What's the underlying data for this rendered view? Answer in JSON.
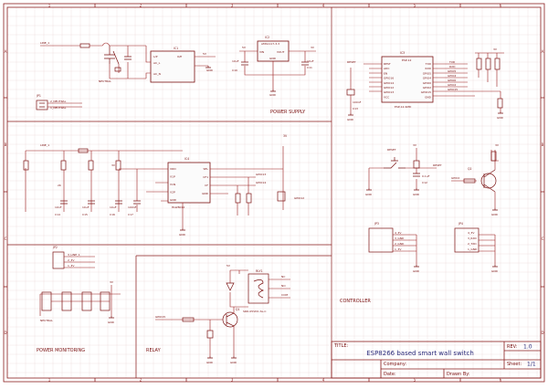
{
  "coords": {
    "columns": [
      "1",
      "2",
      "3",
      "4",
      "5",
      "6"
    ],
    "rows": [
      "A",
      "B",
      "C",
      "D"
    ]
  },
  "sections": {
    "power_supply": "POWER SUPPLY",
    "controller": "CONTROLLER",
    "power_monitoring": "POWER MONITORING",
    "relay": "RELAY"
  },
  "title_block": {
    "title_label": "TITLE:",
    "title": "ESP8266 based smart wall switch",
    "rev_label": "REV:",
    "rev": "1.0",
    "company_label": "Company:",
    "sheet_label": "Sheet:",
    "sheet": "1/1",
    "date_label": "Date:",
    "drawn_label": "Drawn By:"
  },
  "components": {
    "ic1": {
      "ref": "IC1",
      "pin_top_left": "L/P",
      "pin_top_right": "O/P",
      "pin_a": "AC_L",
      "pin_b": "AC_N"
    },
    "ic2": {
      "ref": "IC2",
      "value": "AMS1117-3.3",
      "pin_a": "VIN",
      "pin_b": "VOUT",
      "pin_c": "GND"
    },
    "ic3": {
      "ref": "IC3",
      "value": "ESP-12-SMD",
      "top": "ESP-12",
      "pins_left": [
        "REST",
        "ADC",
        "EN",
        "GPIO16",
        "GPIO14",
        "GPIO12",
        "GPIO13",
        "VCC"
      ],
      "pins_right": [
        "TXD",
        "RXD",
        "GPIO5",
        "GPIO4",
        "GPIO0",
        "GPIO2",
        "GPIO15",
        "GND"
      ]
    },
    "ic4": {
      "ref": "IC4",
      "value": "HLW8012",
      "pins_left": [
        "VDD",
        "V1P",
        "V1N",
        "V2P",
        "GND"
      ],
      "pins_right": [
        "SEL",
        "CF1",
        "CF",
        "GND"
      ]
    },
    "rly1": {
      "ref": "RLY1",
      "value": "SRD-05VDC-SL-C"
    },
    "q1": {
      "ref": "Q1"
    },
    "q2": {
      "ref": "Q2"
    },
    "reset": {
      "ref": "RESET"
    },
    "jp1": {
      "ref": "JP1",
      "pins": [
        "2_NEUTRAL",
        "1_NEUTRAL"
      ]
    },
    "jp2": {
      "ref": "JP2",
      "pins": [
        "3_LINE_1",
        "2_3V",
        "1_3V"
      ]
    },
    "jp3": {
      "ref": "JP3",
      "pins": [
        "4_3V",
        "3_GND",
        "2_GND",
        "1_3V"
      ]
    },
    "jp4": {
      "ref": "JP4",
      "pins": [
        "4_3V",
        "3_RXD",
        "2_TXD",
        "1_GND"
      ]
    }
  },
  "labels": {
    "line_1": "LINE_1",
    "neutral": "NEUTRAL",
    "v3": "3V",
    "v5": "5V",
    "gnd": "GND",
    "c10": "C10",
    "c11": "C11",
    "c12": "C12",
    "c13": "C13",
    "c14": "C14",
    "c15": "C15",
    "c16": "C16",
    "c17": "C17",
    "c10_val": "10uF",
    "c11_val": "10uF",
    "c12_val": "0.1uF",
    "c13_val": "100nF",
    "c14_val": "10nF",
    "c15_val": "10uF",
    "c16_val": "10uF",
    "c17_val": "100nF",
    "r_2k": "2K",
    "gpio13": "GPIO13",
    "gpio14": "GPIO14",
    "gpio15": "GPIO15",
    "gpio12": "GPIO12",
    "gpio0": "GPIO0",
    "gpio2": "GPIO2",
    "gpio4": "GPIO4",
    "gpio5": "GPIO5",
    "reset_net": "RESET",
    "txd": "TXD",
    "rxd": "RXD",
    "nc": "NC",
    "no": "NO",
    "com": "COM"
  }
}
